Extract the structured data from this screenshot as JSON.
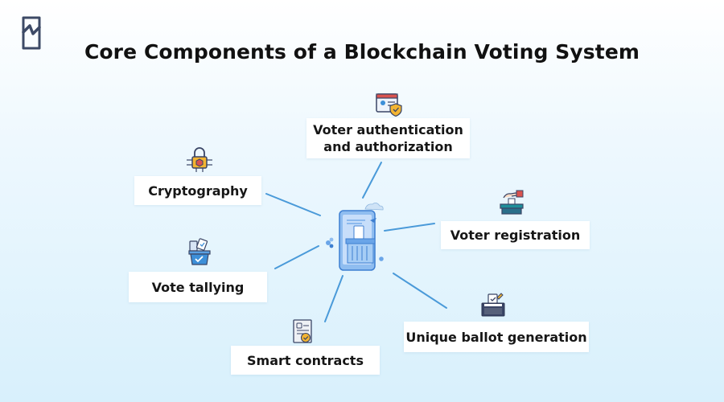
{
  "title": "Core Components of a Blockchain Voting System",
  "components": [
    {
      "id": "voter-authentication",
      "label_line1": "Voter authentication",
      "label_line2": "and authorization",
      "icon": "id-card-shield-icon"
    },
    {
      "id": "cryptography",
      "label": "Cryptography",
      "icon": "padlock-circuit-icon"
    },
    {
      "id": "voter-registration",
      "label": "Voter registration",
      "icon": "hand-ballot-box-icon"
    },
    {
      "id": "vote-tallying",
      "label": "Vote tallying",
      "icon": "ballot-basket-icon"
    },
    {
      "id": "unique-ballot-generation",
      "label": "Unique ballot generation",
      "icon": "ballot-box-check-icon"
    },
    {
      "id": "smart-contracts",
      "label": "Smart contracts",
      "icon": "contract-document-icon"
    }
  ],
  "center_icon": "phone-ballot-box-icon",
  "logo_icon": "brand-logo-icon",
  "colors": {
    "accent": "#3d8fd8",
    "connector": "#4a9ad9",
    "title": "#111111"
  }
}
